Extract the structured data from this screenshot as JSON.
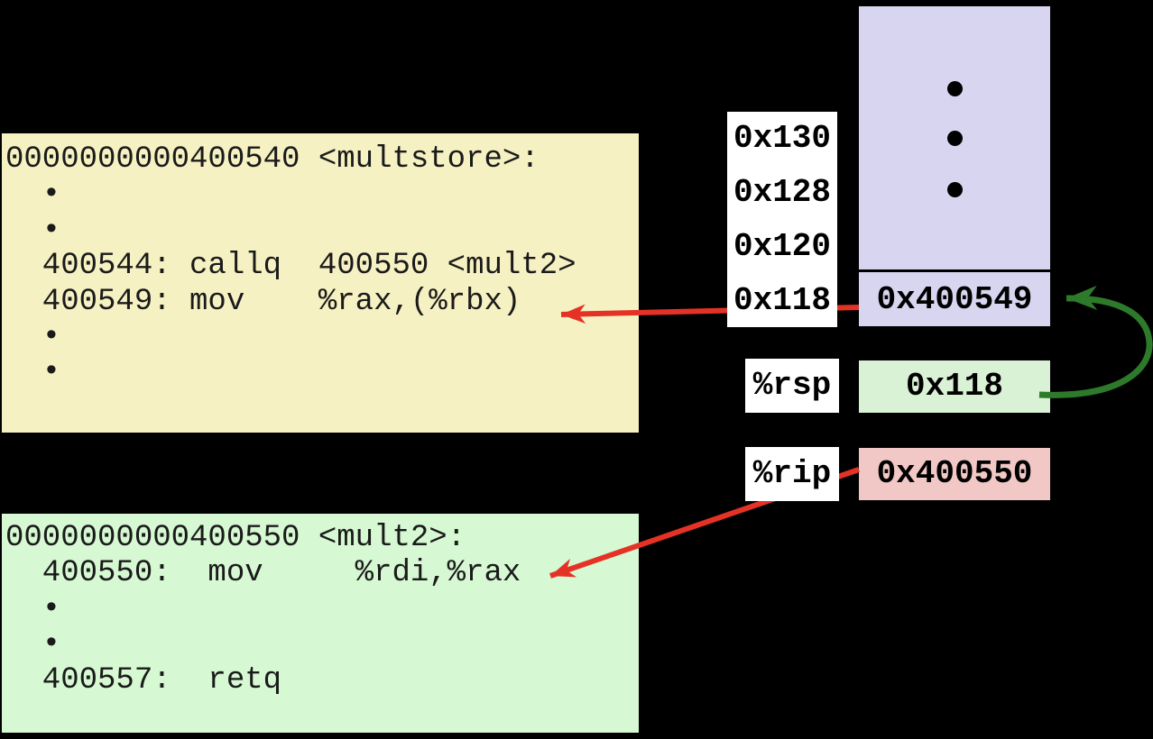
{
  "colors": {
    "background": "#000000",
    "multstore_box_bg": "#f5f1c2",
    "mult2_box_bg": "#d6f8d2",
    "stack_bg": "#d8d5f0",
    "rsp_value_bg": "#d9f1d5",
    "rip_value_bg": "#f2c8c6",
    "register_label_bg": "#ffffff",
    "red_arrow": "#e53227",
    "green_arrow": "#2d7a2b",
    "code_text": "#1a1a1a"
  },
  "disassembly": {
    "multstore": {
      "lines": [
        "0000000000400540 <multstore>:",
        "  •",
        "  •",
        "  400544: callq  400550 <mult2>",
        "  400549: mov    %rax,(%rbx)",
        "  •",
        "  •"
      ]
    },
    "mult2": {
      "lines": [
        "0000000000400550 <mult2>:",
        "  400550:  mov     %rdi,%rax",
        "  •",
        "  •",
        "  400557:  retq"
      ]
    }
  },
  "stack": {
    "address_labels": [
      "0x130",
      "0x128",
      "0x120",
      "0x118"
    ],
    "top_slot_value": "0x400549"
  },
  "registers": {
    "rsp": {
      "name": "%rsp",
      "value": "0x118"
    },
    "rip": {
      "name": "%rip",
      "value": "0x400550"
    }
  }
}
